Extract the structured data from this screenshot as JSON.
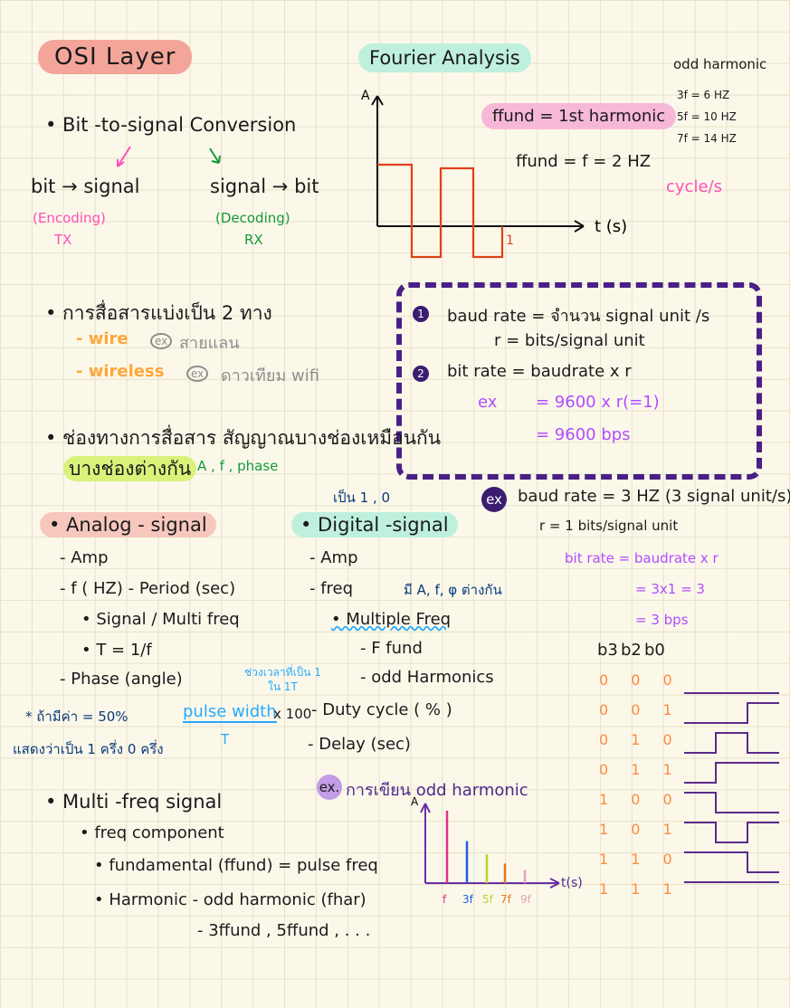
{
  "osi_title": "OSI Layer",
  "bit_to_signal": {
    "heading": "• Bit -to-signal  Conversion",
    "left_label": "bit → signal",
    "left_sub": "(Encoding)",
    "left_tag": "TX",
    "right_label": "signal → bit",
    "right_sub": "(Decoding)",
    "right_tag": "RX"
  },
  "fourier": {
    "title": "Fourier Analysis",
    "axis_a": "A",
    "axis_t": "t (s)",
    "mark_1": "1",
    "ffund_eq": "ffund = 1st harmonic",
    "ffund_val": "ffund = f = 2 HZ",
    "cycle_note": "cycle/s",
    "odd_title": "odd harmonic",
    "odd_items": [
      "3f  =  6 HZ",
      "5f  =  10 HZ",
      "7f  =  14 HZ"
    ]
  },
  "comm": {
    "heading": "• การสื่อสารแบ่งเป็น 2 ทาง",
    "wire": "- wire",
    "wire_ex": "ex",
    "wire_example": "สายแลน",
    "wireless": "- wireless",
    "wireless_ex": "ex",
    "wireless_example": "ดาวเทียม wifi"
  },
  "baud_box": {
    "n1": "1",
    "line1": "baud rate = จำนวน signal unit /s",
    "line2": "r  = bits/signal unit",
    "n2": "2",
    "line3": "bit rate  = baudrate x r",
    "ex_label": "ex",
    "ex_line1": "=   9600 x r(=1)",
    "ex_line2": "=   9600 bps"
  },
  "channel": {
    "line1": "• ช่องทางการสื่อสาร สัญญาณบางช่องเหมือนกัน",
    "line2": "บางช่องต่างกัน",
    "note": "A , f , phase"
  },
  "baud_example": {
    "ex_badge": "ex",
    "line1": "baud rate  = 3 HZ (3 signal unit/s)",
    "line2": "r = 1 bits/signal unit",
    "line3": "bit rate  =  baudrate x r",
    "line4": "=  3x1  =  3",
    "line5": "=  3 bps"
  },
  "analog": {
    "heading": "• Analog - signal",
    "amp": "- Amp",
    "freq": "- f ( HZ) - Period (sec)",
    "multi": "• Signal / Multi freq",
    "t_eq": "• T =  1/f",
    "phase": "- Phase (angle)"
  },
  "digital": {
    "note_top": "เป็น 1 , 0",
    "heading": "• Digital -signal",
    "amp": "- Amp",
    "freq": "- freq",
    "freq_note": "มี A, f, φ ต่างกัน",
    "multi": "• Multiple Freq",
    "ffund": "- F fund",
    "odd": "- odd  Harmonics",
    "duty": "- Duty cycle ( % )",
    "delay": "- Delay (sec)",
    "pulse_note_top": "ช่วงเวลาที่เป็น 1",
    "pulse_note_top2": "ใน 1T",
    "pulse": "pulse width",
    "x100": "x 100",
    "T": "T",
    "note_left1": "* ถ้ามีค่า = 50%",
    "note_left2": "แสดงว่าเป็น 1 ครึ่ง 0 ครึ่ง"
  },
  "bits_table": {
    "header": [
      "b3",
      "b2",
      "b0"
    ],
    "rows": [
      "0 0 0",
      "0 0 1",
      "0 1 0",
      "0 1 1",
      "1 0 0",
      "1 0 1",
      "1 1 0",
      "1 1 1"
    ]
  },
  "multi_freq": {
    "heading": "• Multi -freq signal",
    "component": "• freq  component",
    "fundamental": "• fundamental (ffund) = pulse freq",
    "harmonic": "• Harmonic   - odd harmonic (fhar)",
    "harmonic2": "- 3ffund , 5ffund , . . ."
  },
  "spectrum": {
    "ex_badge": "ex.",
    "title": "การเขียน odd harmonic",
    "axis_a": "A",
    "axis_t": "t(s)",
    "labels": [
      "f",
      "3f",
      "5f",
      "7f",
      "9f"
    ],
    "amplitudes": [
      1.0,
      0.58,
      0.4,
      0.27,
      0.18
    ]
  },
  "colors": {
    "pink_highlight": "#f4a59a",
    "teal_highlight": "#bff0dd",
    "lime_highlight": "#d9f27a",
    "pink_pill": "#f7b8d8",
    "square_wave": "#e0411d",
    "box_border": "#4a1f86",
    "table_wave": "#5b2a8c"
  }
}
